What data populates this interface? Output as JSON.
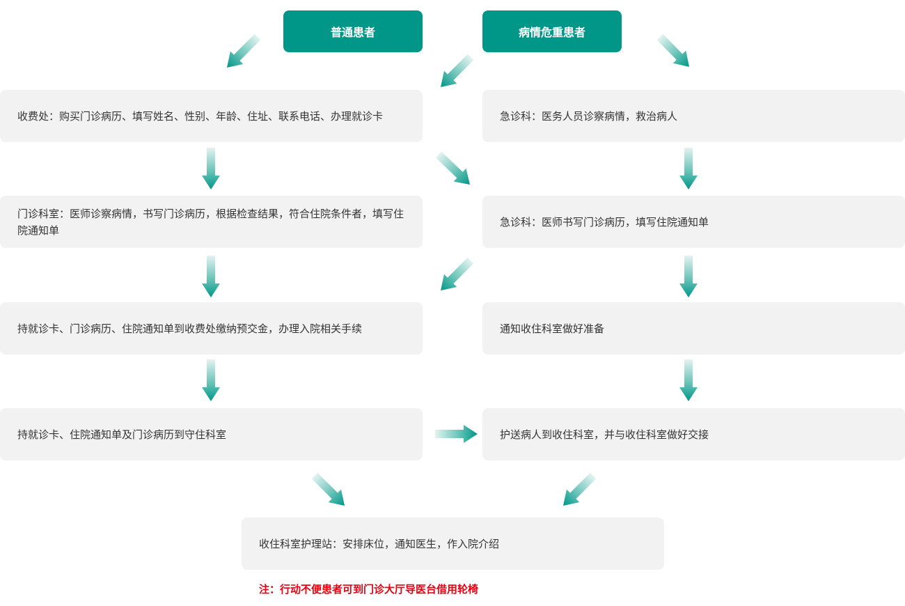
{
  "header": {
    "normal_label": "普通患者",
    "critical_label": "病情危重患者"
  },
  "left_steps": [
    "收费处：购买门诊病历、填写姓名、性别、年龄、住址、联系电话、办理就诊卡",
    "门诊科室：医师诊察病情，书写门诊病历，根据检查结果，符合住院条件者，填写住院通知单",
    "持就诊卡、门诊病历、住院通知单到收费处缴纳预交金，办理入院相关手续",
    "持就诊卡、住院通知单及门诊病历到守住科室"
  ],
  "right_steps": [
    "急诊科：医务人员诊察病情，救治病人",
    "急诊科：医师书写门诊病历，填写住院通知单",
    "通知收住科室做好准备",
    "护送病人到收住科室，并与收住科室做好交接"
  ],
  "final_step": "收住科室护理站：安排床位，通知医生，作入院介绍",
  "note": "注：行动不便患者可到门诊大厅导医台借用轮椅",
  "colors": {
    "accent": "#009688",
    "box_bg": "#f2f2f2",
    "note": "#e60012"
  }
}
